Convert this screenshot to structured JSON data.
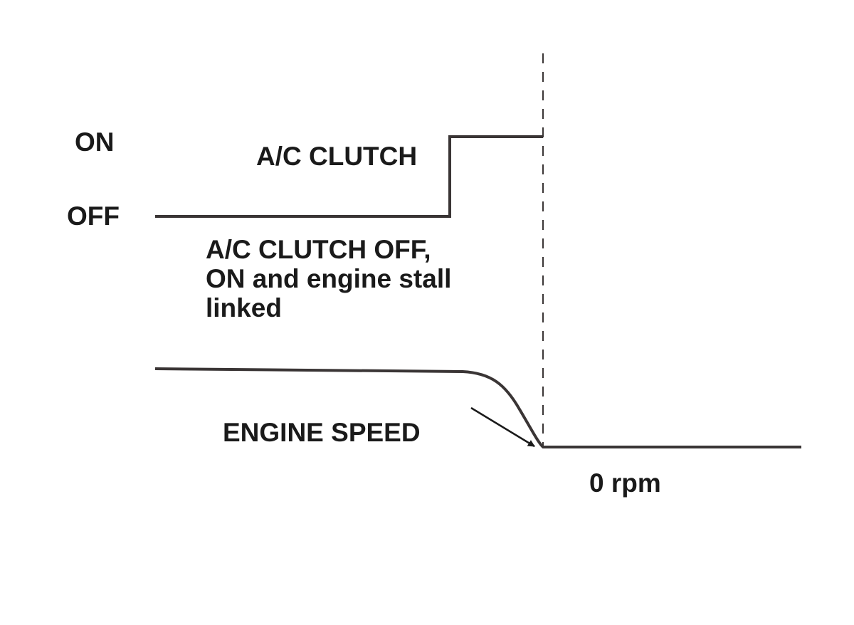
{
  "labels": {
    "on": "ON",
    "off": "OFF",
    "ac_clutch": "A/C CLUTCH",
    "note": "A/C CLUTCH OFF,\nON and engine stall\nlinked",
    "engine_speed": "ENGINE SPEED",
    "zero_rpm": "0 rpm"
  },
  "colors": {
    "line": "#3a3535",
    "text": "#1a1a1a",
    "background": "#ffffff"
  }
}
